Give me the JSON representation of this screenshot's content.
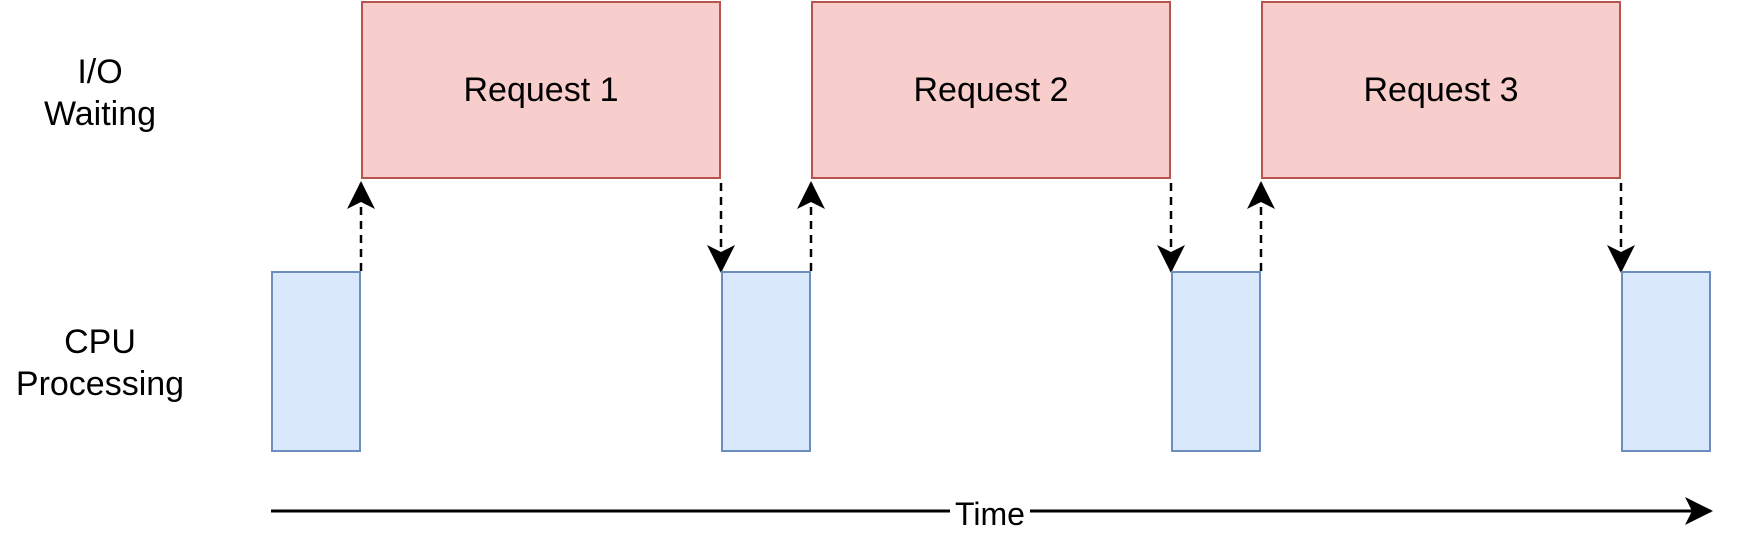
{
  "rows": {
    "io": {
      "line1": "I/O",
      "line2": "Waiting"
    },
    "cpu": {
      "line1": "CPU",
      "line2": "Processing"
    }
  },
  "requests": [
    {
      "label": "Request 1"
    },
    {
      "label": "Request 2"
    },
    {
      "label": "Request 3"
    }
  ],
  "axis": {
    "label": "Time"
  },
  "colors": {
    "request_fill": "#f8cecc",
    "request_stroke": "#b85450",
    "cpu_fill": "#dae8fc",
    "cpu_stroke": "#6c8ebf",
    "line": "#000000"
  }
}
